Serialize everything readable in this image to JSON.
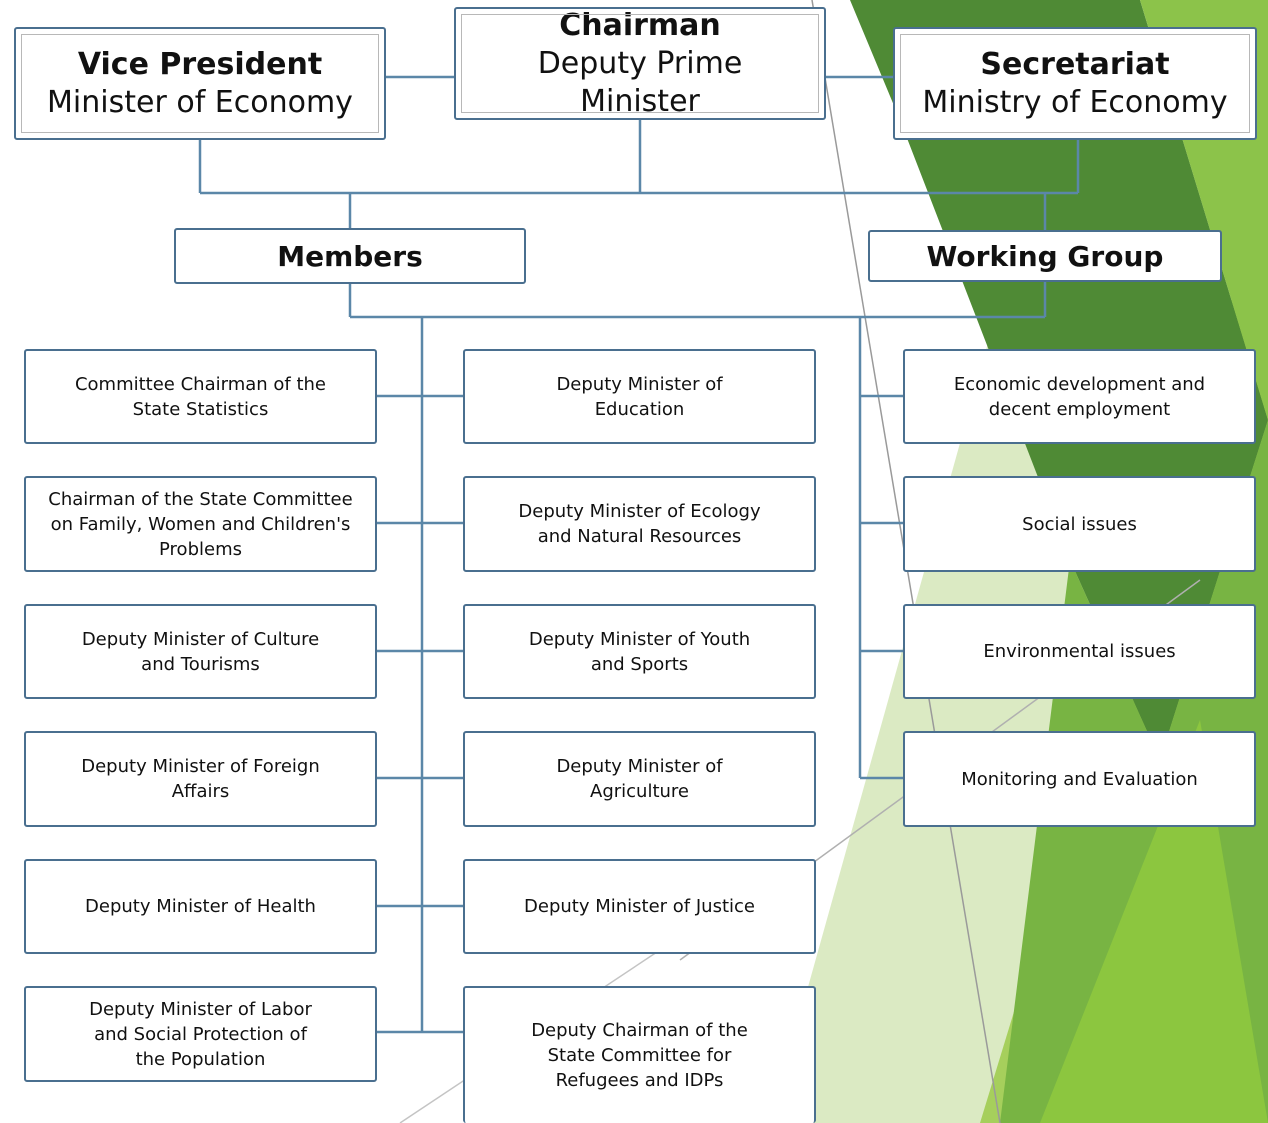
{
  "top": {
    "vice_president": {
      "title": "Vice President",
      "subtitle": "Minister of Economy"
    },
    "chairman": {
      "title": "Chairman",
      "subtitle_line1": "Deputy Prime",
      "subtitle_line2": "Minister"
    },
    "secretariat": {
      "title": "Secretariat",
      "subtitle": "Ministry of Economy"
    }
  },
  "members": {
    "label": "Members",
    "left": [
      "Committee Chairman of the State Statistics",
      "Chairman of the State Committee on Family, Women and Children's Problems",
      "Deputy Minister of Culture and Tourisms",
      "Deputy Minister of Foreign Affairs",
      "Deputy Minister of Health",
      "Deputy Minister of Labor and Social Protection of the Population"
    ],
    "right": [
      "Deputy Minister of Education",
      "Deputy Minister of Ecology and Natural Resources",
      "Deputy Minister of Youth and Sports",
      "Deputy Minister of Agriculture",
      "Deputy Minister of Justice",
      "Deputy Chairman of the State Committee for Refugees and IDPs"
    ]
  },
  "working_group": {
    "label": "Working Group",
    "items": [
      "Economic development and decent employment",
      "Social issues",
      "Environmental issues",
      "Monitoring and Evaluation"
    ]
  },
  "colors": {
    "border": "#4a6f8f",
    "connector": "#5b87a8",
    "green_dark": "#5e9a3a",
    "green_mid": "#7cb342",
    "green_light": "#d6e8b8"
  }
}
